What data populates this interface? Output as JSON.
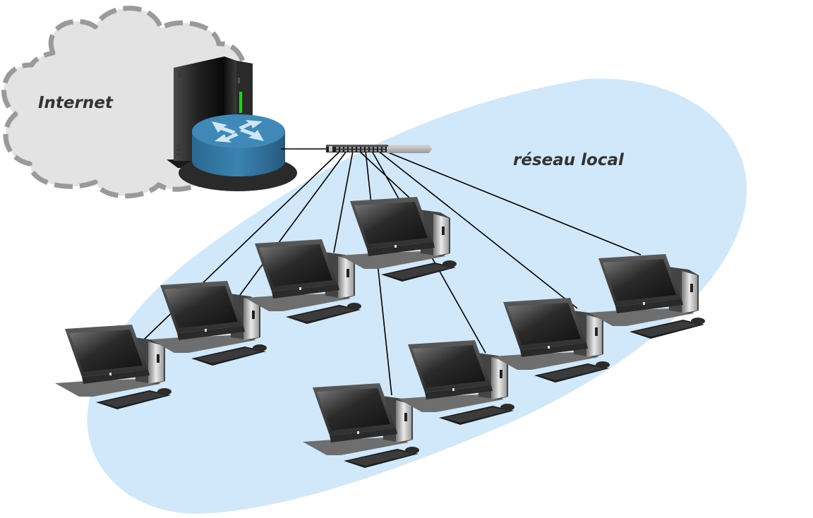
{
  "labels": {
    "internet": "Internet",
    "lan": "réseau local"
  },
  "colors": {
    "lan_area": "#d0e8fa",
    "cloud_fill": "#e3e3e3",
    "cloud_outline": "#9a9a9a",
    "router_top": "#3d85b4",
    "router_side": "#2a6690",
    "cable": "#000000"
  },
  "icons": {
    "cloud": "cloud-icon",
    "server": "server-tower-icon",
    "router": "router-icon",
    "switch": "network-switch-icon",
    "computer": "desktop-computer-icon"
  },
  "network": {
    "computers": [
      {
        "id": "computer-1"
      },
      {
        "id": "computer-2"
      },
      {
        "id": "computer-3"
      },
      {
        "id": "computer-4"
      },
      {
        "id": "computer-5"
      },
      {
        "id": "computer-6"
      },
      {
        "id": "computer-7"
      },
      {
        "id": "computer-8"
      }
    ]
  }
}
